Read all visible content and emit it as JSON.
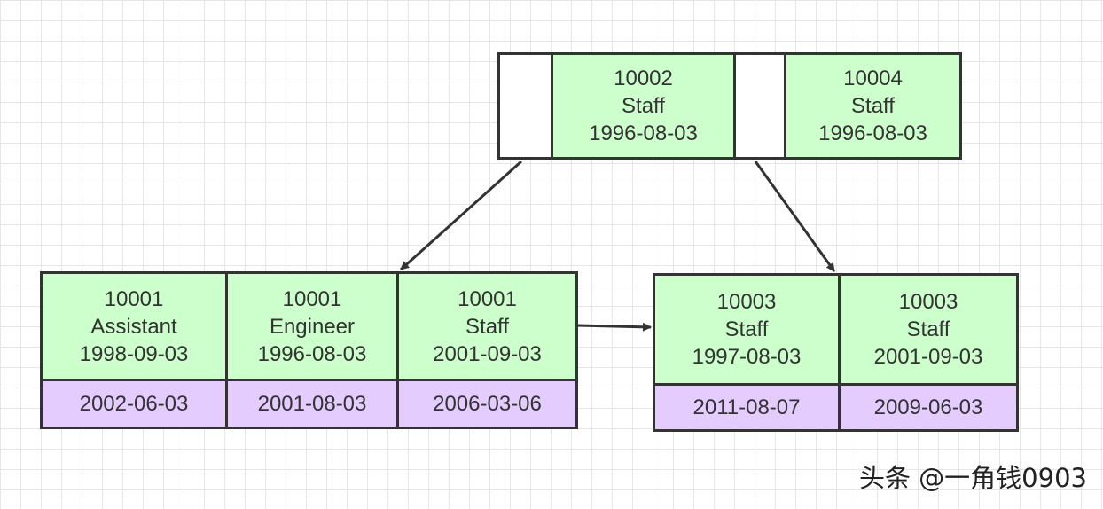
{
  "root": {
    "keys": [
      {
        "id": "10002",
        "title": "Staff",
        "date": "1996-08-03"
      },
      {
        "id": "10004",
        "title": "Staff",
        "date": "1996-08-03"
      }
    ]
  },
  "left_leaf": {
    "keys": [
      {
        "id": "10001",
        "title": "Assistant",
        "date": "1998-09-03",
        "value": "2002-06-03"
      },
      {
        "id": "10001",
        "title": "Engineer",
        "date": "1996-08-03",
        "value": "2001-08-03"
      },
      {
        "id": "10001",
        "title": "Staff",
        "date": "2001-09-03",
        "value": "2006-03-06"
      }
    ]
  },
  "right_leaf": {
    "keys": [
      {
        "id": "10003",
        "title": "Staff",
        "date": "1997-08-03",
        "value": "2011-08-07"
      },
      {
        "id": "10003",
        "title": "Staff",
        "date": "2001-09-03",
        "value": "2009-06-03"
      }
    ]
  },
  "colors": {
    "key_fill": "#ccffcc",
    "value_fill": "#e5ccff",
    "pointer_fill": "#ffffff",
    "stroke": "#333333"
  },
  "watermark": "头条 @一角钱0903"
}
